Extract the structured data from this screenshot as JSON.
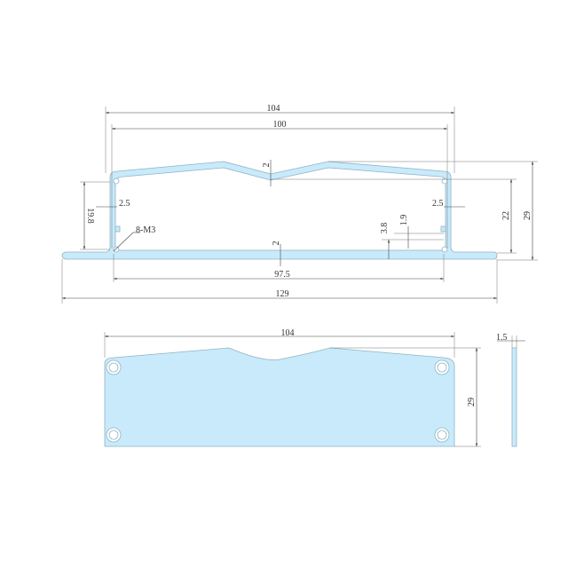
{
  "colors": {
    "part_fill": "#c8eafb",
    "outline": "#8fb4c4",
    "dimension": "#444444"
  },
  "profile_view": {
    "dims": {
      "overall_width": "104",
      "inner_width": "100",
      "top_thickness": "2",
      "wall_left": "2.5",
      "wall_right": "2.5",
      "inner_height_left": "19.8",
      "thread_label": "8-M3",
      "slot_height": "3.8",
      "slot_gap": "1.9",
      "base_thickness": "2",
      "hole_spacing": "97.5",
      "base_width": "129",
      "inner_height": "22",
      "overall_height": "29"
    }
  },
  "end_plate_view": {
    "dims": {
      "width": "104",
      "height": "29"
    }
  },
  "side_view": {
    "dims": {
      "thickness": "1.5"
    }
  }
}
